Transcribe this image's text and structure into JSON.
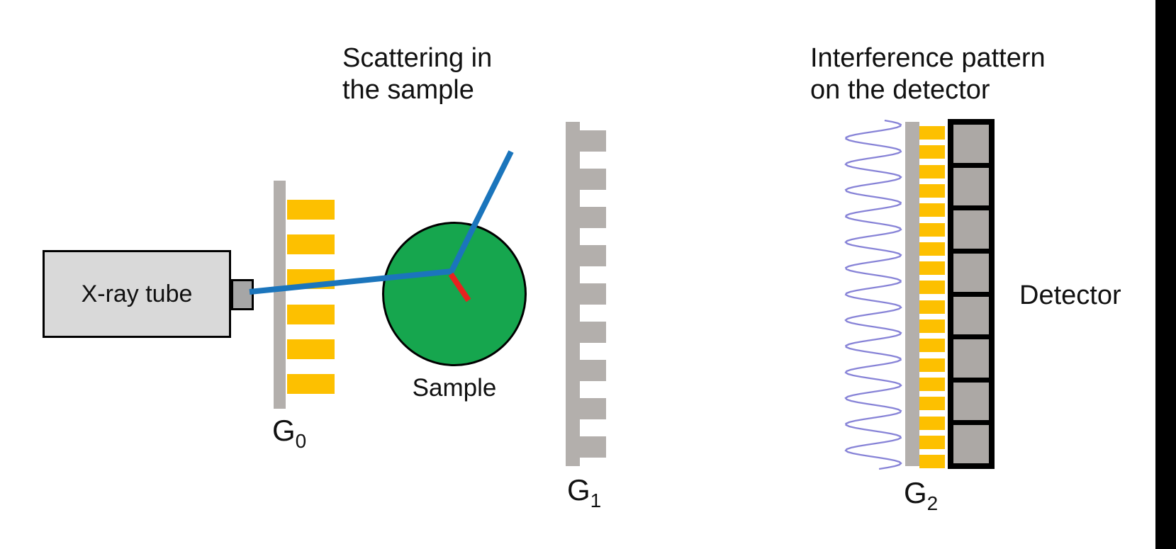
{
  "annotations": {
    "scattering_line1": "Scattering in",
    "scattering_line2": "the sample",
    "interference_line1": "Interference pattern",
    "interference_line2": "on the detector"
  },
  "components": {
    "xray_tube": {
      "label": "X-ray tube"
    },
    "sample": {
      "label": "Sample"
    },
    "detector": {
      "label": "Detector",
      "cell_count": 8
    },
    "g0": {
      "label_base": "G",
      "label_sub": "0",
      "bar_count": 6
    },
    "g1": {
      "label_base": "G",
      "label_sub": "1",
      "tooth_count": 9
    },
    "g2": {
      "label_base": "G",
      "label_sub": "2",
      "bar_count": 18
    },
    "wave": {
      "cycles": 13.4
    }
  },
  "colors": {
    "grating_gold": "#FDC000",
    "grating_gray": "#B3AFAC",
    "sample_green": "#16A64E",
    "beam_blue": "#1B75BC",
    "scatter_red": "#E8221F",
    "wave_purple": "#8783D7",
    "tube_fill": "#D9D9D9",
    "nozzle_fill": "#A6A6A6",
    "detector_cell": "#ACA8A5",
    "outline_black": "#000000"
  }
}
